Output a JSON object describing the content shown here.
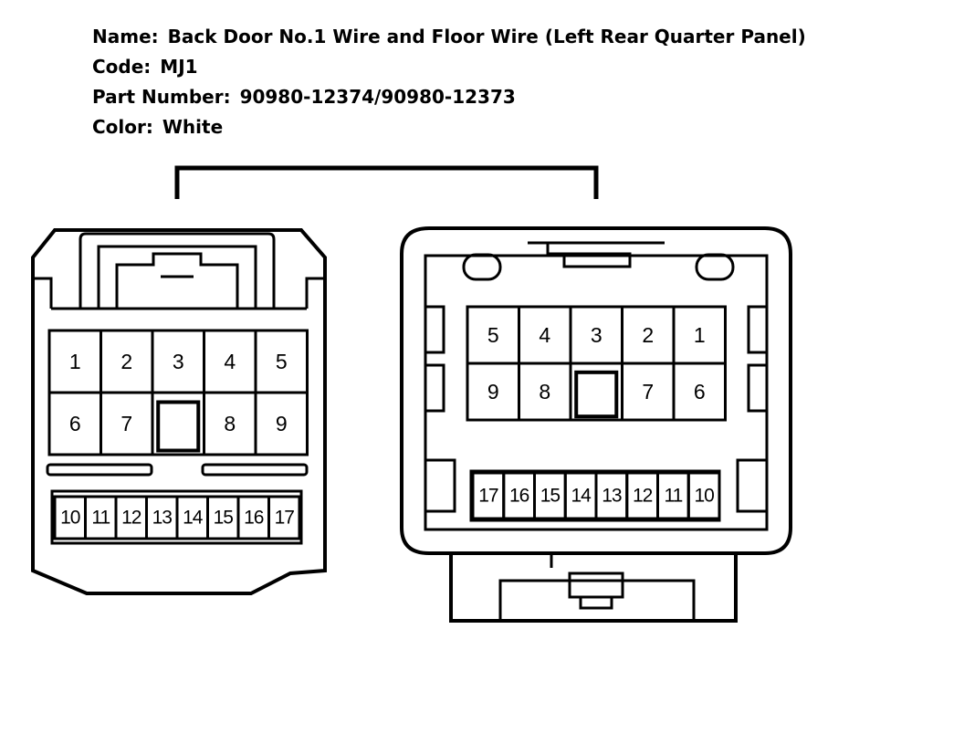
{
  "info": {
    "name_label": "Name:",
    "name_value": "Back Door No.1 Wire and Floor Wire (Left Rear Quarter Panel)",
    "code_label": "Code:",
    "code_value": "MJ1",
    "part_label": "Part Number:",
    "part_value": "90980-12374/90980-12373",
    "color_label": "Color:",
    "color_value": "White"
  },
  "left_connector": {
    "top_row": [
      "1",
      "2",
      "3",
      "4",
      "5"
    ],
    "mid_row": [
      "6",
      "7",
      "",
      "8",
      "9"
    ],
    "bottom_row": [
      "10",
      "11",
      "12",
      "13",
      "14",
      "15",
      "16",
      "17"
    ]
  },
  "right_connector": {
    "top_row": [
      "5",
      "4",
      "3",
      "2",
      "1"
    ],
    "mid_row": [
      "9",
      "8",
      "",
      "7",
      "6"
    ],
    "bottom_row": [
      "17",
      "16",
      "15",
      "14",
      "13",
      "12",
      "11",
      "10"
    ]
  }
}
